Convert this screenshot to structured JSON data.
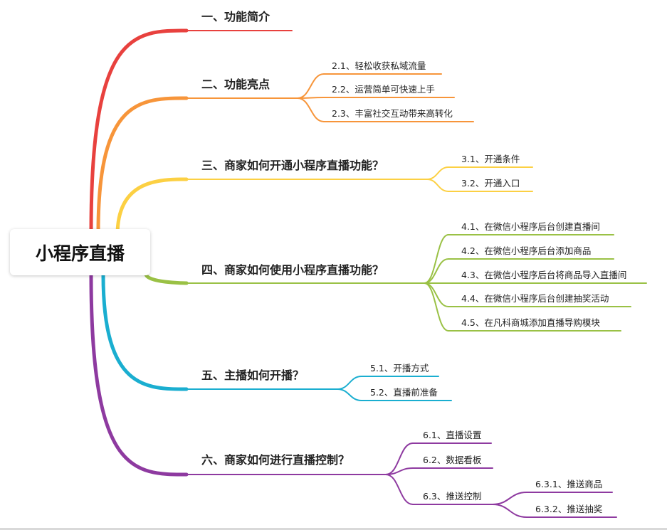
{
  "root": "小程序直播",
  "branches": [
    {
      "label": "一、功能简介",
      "color": "#e8413e",
      "children": []
    },
    {
      "label": "二、功能亮点",
      "color": "#f7953a",
      "children": [
        {
          "label": "2.1、轻松收获私域流量"
        },
        {
          "label": "2.2、运营简单可快速上手"
        },
        {
          "label": "2.3、丰富社交互动带来高转化"
        }
      ]
    },
    {
      "label": "三、商家如何开通小程序直播功能？",
      "color": "#fcd043",
      "children": [
        {
          "label": "3.1、开通条件"
        },
        {
          "label": "3.2、开通入口"
        }
      ]
    },
    {
      "label": "四、商家如何使用小程序直播功能？",
      "color": "#9ac145",
      "children": [
        {
          "label": "4.1、在微信小程序后台创建直播间"
        },
        {
          "label": "4.2、在微信小程序后台添加商品"
        },
        {
          "label": "4.3、在微信小程序后台将商品导入直播间"
        },
        {
          "label": "4.4、在微信小程序后台创建抽奖活动"
        },
        {
          "label": "4.5、在凡科商城添加直播导购模块"
        }
      ]
    },
    {
      "label": "五、主播如何开播？",
      "color": "#1aaed0",
      "children": [
        {
          "label": "5.1、开播方式"
        },
        {
          "label": "5.2、直播前准备"
        }
      ]
    },
    {
      "label": "六、商家如何进行直播控制？",
      "color": "#8e3aa0",
      "children": [
        {
          "label": "6.1、直播设置"
        },
        {
          "label": "6.2、数据看板"
        },
        {
          "label": "6.3、推送控制",
          "children": [
            {
              "label": "6.3.1、推送商品"
            },
            {
              "label": "6.3.2、推送抽奖"
            }
          ]
        }
      ]
    }
  ]
}
